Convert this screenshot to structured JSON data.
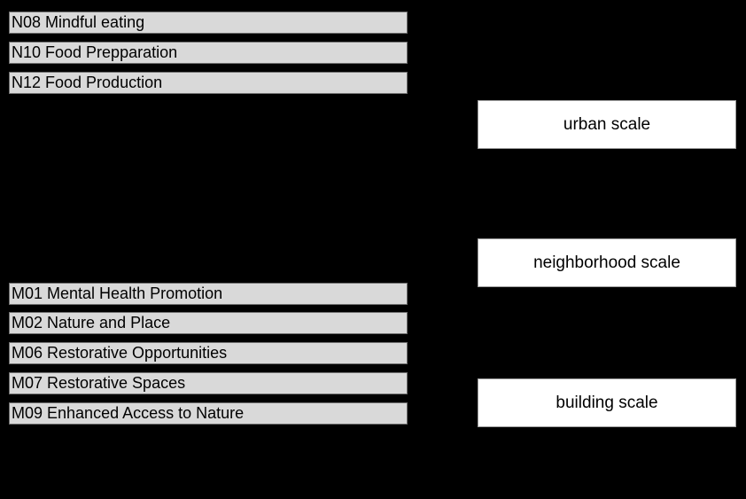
{
  "figure": {
    "features": [
      {
        "label": "N08 Mindful eating"
      },
      {
        "label": "N10 Food Prepparation"
      },
      {
        "label": "N12 Food Production"
      },
      {
        "label": "M01 Mental Health Promotion"
      },
      {
        "label": "M02 Nature and Place"
      },
      {
        "label": "M06 Restorative Opportunities"
      },
      {
        "label": "M07 Restorative Spaces"
      },
      {
        "label": "M09 Enhanced Access to Nature"
      }
    ],
    "scales": [
      {
        "label": "urban scale"
      },
      {
        "label": "neighborhood scale"
      },
      {
        "label": "building scale"
      }
    ],
    "colors": {
      "background": "#000000",
      "feature_bar_fill": "#d9d9d9",
      "feature_bar_border": "#6f6f6f",
      "scale_box_fill": "#ffffff",
      "scale_box_border": "#9e9e9e",
      "text": "#000000"
    }
  }
}
